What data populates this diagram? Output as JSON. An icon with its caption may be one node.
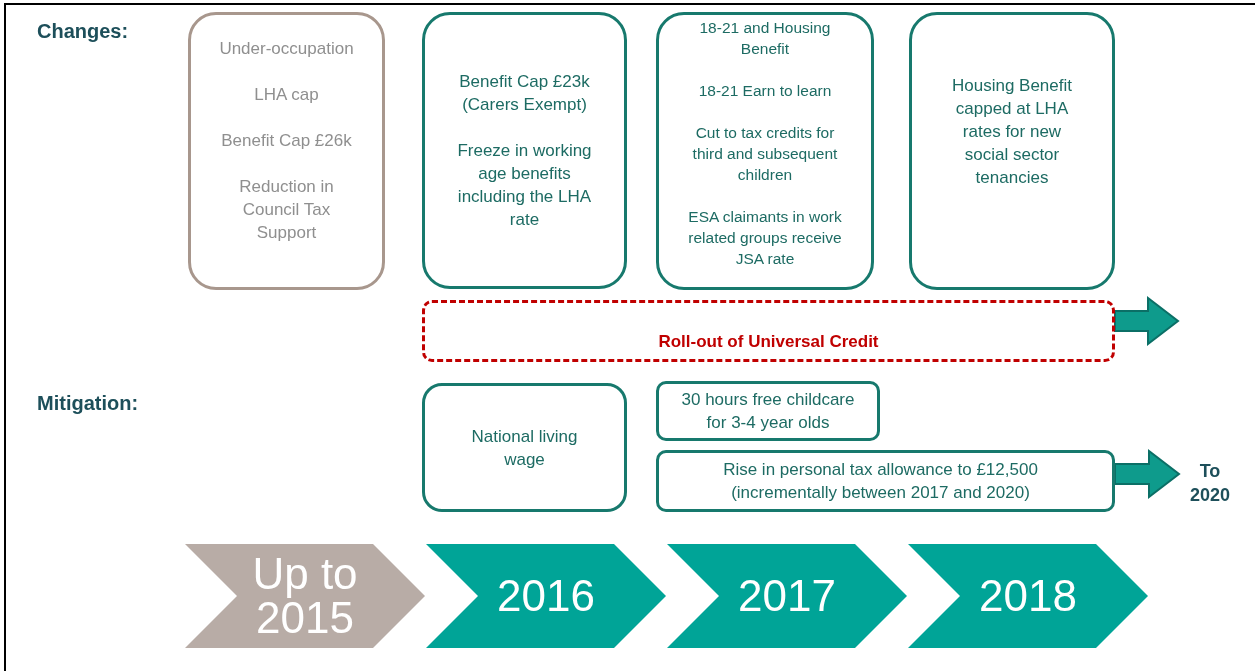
{
  "diagram": {
    "nodes": [
      {
        "text": [
          "Under-occupation",
          "LHA cap",
          "Benefit Cap £26k",
          "Reduction in Council Tax Support"
        ]
      },
      {
        "text": [
          "Benefit Cap £23k (Carers Exempt)",
          "Freeze in working age benefits including the LHA rate"
        ]
      },
      {
        "text": [
          "18-21 and Housing Benefit",
          "18-21 Earn to learn",
          "Cut to tax credits for third and subsequent children",
          "ESA claimants in work related groups receive JSA rate"
        ]
      },
      {
        "text": [
          "Housing Benefit capped at LHA rates for new social sector tenancies"
        ]
      },
      {
        "text": [
          "Roll-out of Universal Credit"
        ]
      },
      {
        "text": [
          "National living wage"
        ]
      },
      {
        "text": [
          "30 hours free childcare for 3-4 year olds"
        ]
      },
      {
        "text": [
          "Rise in personal tax allowance to £12,500 (incrementally between 2017 and 2020)"
        ]
      },
      {
        "text": [
          "To 2020"
        ]
      },
      {
        "text": [
          "Up to 2015"
        ]
      },
      {
        "text": [
          "2016"
        ]
      },
      {
        "text": [
          "2017"
        ]
      },
      {
        "text": [
          "2018"
        ]
      }
    ],
    "edges": [
      {
        "from": 4,
        "to": null,
        "arrow": "to"
      },
      {
        "from": 7,
        "to": 8,
        "arrow": "to"
      }
    ],
    "labels": [
      "Changes:",
      "Mitigation:"
    ]
  }
}
